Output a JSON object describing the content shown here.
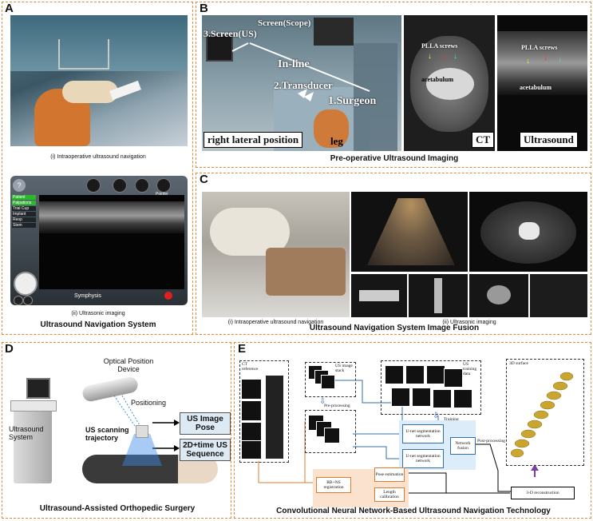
{
  "panels": {
    "A": {
      "label": "A",
      "caption_i": "(i) Intraoperative ultrasound navigation",
      "caption_ii": "(ii) Ultrasonic imaging",
      "title": "Ultrasound Navigation System",
      "ui": {
        "menu_items": [
          "Patient",
          "Palpations",
          "Trial Cup",
          "Implant",
          "Reop",
          "Stem"
        ],
        "pointer_label": "Pointer",
        "bottom_label": "Symphysis",
        "help": "?"
      }
    },
    "B": {
      "label": "B",
      "labels": {
        "screen_scope": "Screen(Scope)",
        "screen_us": "3.Screen(US)",
        "inline": "In-line",
        "transducer": "2.Transducer",
        "surgeon": "1.Surgeon",
        "position": "right lateral position",
        "leg": "leg",
        "ct": "CT",
        "ultrasound": "Ultrasound",
        "plla_ct": "PLLA screws",
        "acetabulum_ct": "acetabulum",
        "plla_us": "PLLA screws",
        "acetabulum_us": "acetabulum"
      },
      "title": "Pre-operative Ultrasound Imaging"
    },
    "C": {
      "label": "C",
      "caption_i": "(i) Intraoperative ultrasound navigation",
      "caption_ii": "(ii) Ultrasonic imaging",
      "title": "Ultrasound Navigation System Image Fusion"
    },
    "D": {
      "label": "D",
      "optical": "Optical Position Device",
      "positioning": "Positioning",
      "us_system": "Ultrasound System",
      "trajectory": "US scanning trajectory",
      "out1": "US Image Pose",
      "out2": "2D+time US Sequence",
      "title": "Ultrasound-Assisted Orthopedic Surgery"
    },
    "E": {
      "label": "E",
      "ct_ref": "CT reference",
      "us_stack": "US image stack",
      "preproc": "Pre-processing",
      "us_train": "US training data",
      "training": "Training",
      "unet1": "U-net segmentation network",
      "unet2": "U-net segmentation network",
      "fusion": "Network fusion",
      "postproc": "Post-processing",
      "rb": "RB+NS registration",
      "pose": "Pose estimation",
      "length": "Length calibration",
      "recon": "3-D reconstruction",
      "surface": "3D surface",
      "title": "Convolutional Neural Network-Based Ultrasound Navigation Technology"
    }
  }
}
